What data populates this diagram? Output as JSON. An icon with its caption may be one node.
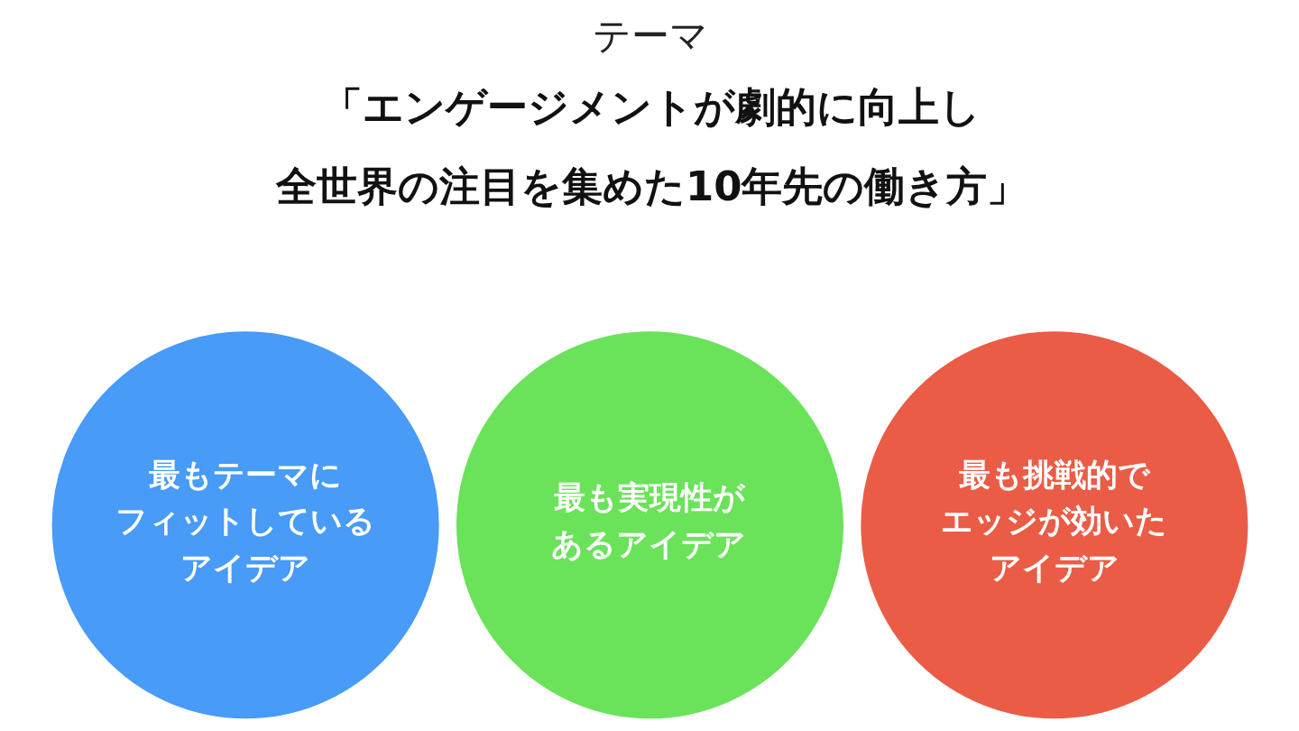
{
  "diagram": {
    "title": "テーマ",
    "nodes": [
      {
        "text": [
          "最もテーマにフィットしているアイデア"
        ]
      },
      {
        "text": [
          "最も実現性があるアイデア"
        ]
      },
      {
        "text": [
          "最も挑戦的でエッジが効いたアイデア"
        ]
      }
    ],
    "labels": [
      "「エンゲージメントが劇的に向上し全世界の注目を集めた10年先の働き方」"
    ]
  }
}
